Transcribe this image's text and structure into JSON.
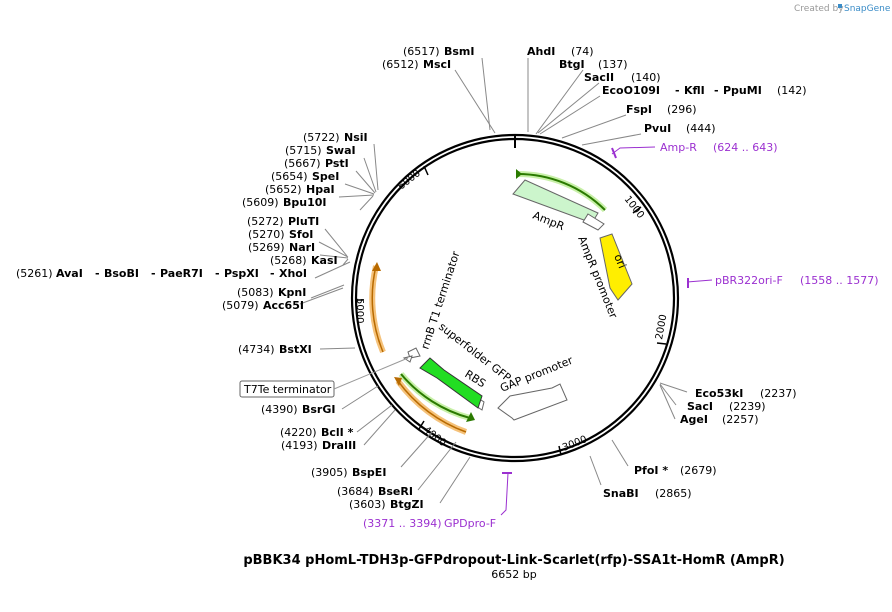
{
  "credit": {
    "prefix": "Created by",
    "brand": "SnapGene"
  },
  "title": "pBBK34 pHomL-TDH3p-GFPdropout-Link-Scarlet(rfp)-SSA1t-HomR (AmpR)",
  "subtitle": "6652 bp",
  "ticks": [
    "1000",
    "2000",
    "3000",
    "4000",
    "5000",
    "6000"
  ],
  "sites": {
    "bsmI": {
      "pos": "(6517)",
      "name": "BsmI"
    },
    "mscI": {
      "pos": "(6512)",
      "name": "MscI"
    },
    "ahdI": {
      "pos": "(74)",
      "name": "AhdI"
    },
    "btgI": {
      "pos": "(137)",
      "name": "BtgI"
    },
    "sacII": {
      "pos": "(140)",
      "name": "SacII"
    },
    "eco": {
      "pos": "(142)",
      "name1": "EcoO109I",
      "name2": "KflI",
      "name3": "PpuMI"
    },
    "fspI": {
      "pos": "(296)",
      "name": "FspI"
    },
    "pvuI": {
      "pos": "(444)",
      "name": "PvuI"
    },
    "nsiI": {
      "pos": "(5722)",
      "name": "NsiI"
    },
    "swaI": {
      "pos": "(5715)",
      "name": "SwaI"
    },
    "pstI": {
      "pos": "(5667)",
      "name": "PstI"
    },
    "speI": {
      "pos": "(5654)",
      "name": "SpeI"
    },
    "hpaI": {
      "pos": "(5652)",
      "name": "HpaI"
    },
    "bpu10I": {
      "pos": "(5609)",
      "name": "Bpu10I"
    },
    "pluTI": {
      "pos": "(5272)",
      "name": "PluTI"
    },
    "sfoI": {
      "pos": "(5270)",
      "name": "SfoI"
    },
    "narI": {
      "pos": "(5269)",
      "name": "NarI"
    },
    "kasI": {
      "pos": "(5268)",
      "name": "KasI"
    },
    "ava": {
      "pos": "(5261)",
      "name1": "AvaI",
      "name2": "BsoBI",
      "name3": "PaeR7I",
      "name4": "PspXI",
      "name5": "XhoI"
    },
    "kpnI": {
      "pos": "(5083)",
      "name": "KpnI"
    },
    "acc65I": {
      "pos": "(5079)",
      "name": "Acc65I"
    },
    "bstXI": {
      "pos": "(4734)",
      "name": "BstXI"
    },
    "bsrGI": {
      "pos": "(4390)",
      "name": "BsrGI"
    },
    "bclI": {
      "pos": "(4220)",
      "name": "BclI *"
    },
    "draIII": {
      "pos": "(4193)",
      "name": "DraIII"
    },
    "bspEI": {
      "pos": "(3905)",
      "name": "BspEI"
    },
    "bseRI": {
      "pos": "(3684)",
      "name": "BseRI"
    },
    "btgZI": {
      "pos": "(3603)",
      "name": "BtgZI"
    },
    "eco53kI": {
      "pos": "(2237)",
      "name": "Eco53kI"
    },
    "sacI": {
      "pos": "(2239)",
      "name": "SacI"
    },
    "ageI": {
      "pos": "(2257)",
      "name": "AgeI"
    },
    "pfoI": {
      "pos": "(2679)",
      "name": "PfoI *"
    },
    "snaBI": {
      "pos": "(2865)",
      "name": "SnaBI"
    }
  },
  "primers": {
    "ampR": {
      "name": "Amp-R",
      "range": "(624 .. 643)"
    },
    "pbr": {
      "name": "pBR322ori-F",
      "range": "(1558 .. 1577)"
    },
    "gpd": {
      "name": "GPDpro-F",
      "range": "(3371 .. 3394)"
    }
  },
  "features": {
    "ampR": "AmpR",
    "ampRPromoter": "AmpR promoter",
    "ori": "ori",
    "gapPromoter": "GAP promoter",
    "rbs": "RBS",
    "sfGFP": "superfolder GFP",
    "rrnB": "rrnB T1 terminator",
    "t7te": "T7Te terminator"
  },
  "colors": {
    "backbone": "#000000",
    "ampR": "#ccf5cc",
    "ori": "#ffee00",
    "gfp": "#22dd22",
    "promoter": "#ffffff",
    "orf_highlight_green": "#c8f0a8",
    "orf_highlight_orange": "#f5c27a",
    "primer": "#9b30d0"
  }
}
